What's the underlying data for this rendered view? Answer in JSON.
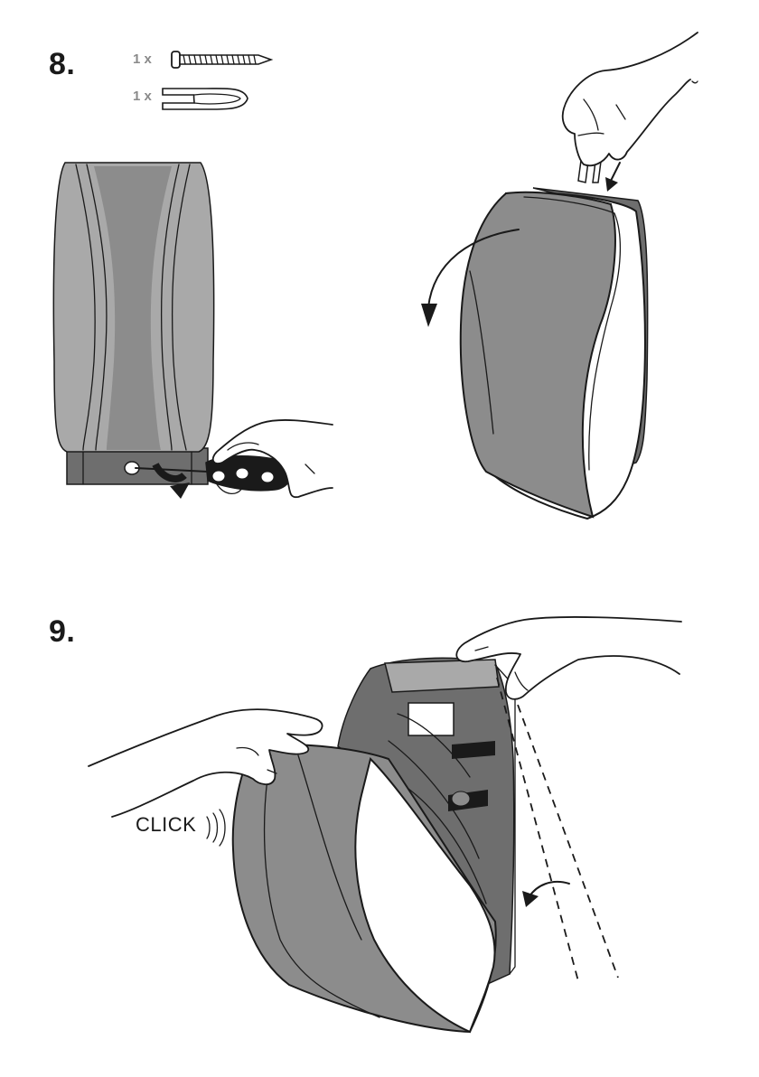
{
  "steps": [
    {
      "number": "8.",
      "parts": [
        {
          "quantity": "1 x",
          "icon": "screw-icon"
        },
        {
          "quantity": "1 x",
          "icon": "key-tool-icon"
        }
      ]
    },
    {
      "number": "9.",
      "sound_label": "CLICK"
    }
  ],
  "colors": {
    "shell_gray": "#8c8c8c",
    "shell_light": "#a9a9a9",
    "shell_dark": "#6e6e6e",
    "outline": "#1a1a1a",
    "background": "#ffffff"
  }
}
